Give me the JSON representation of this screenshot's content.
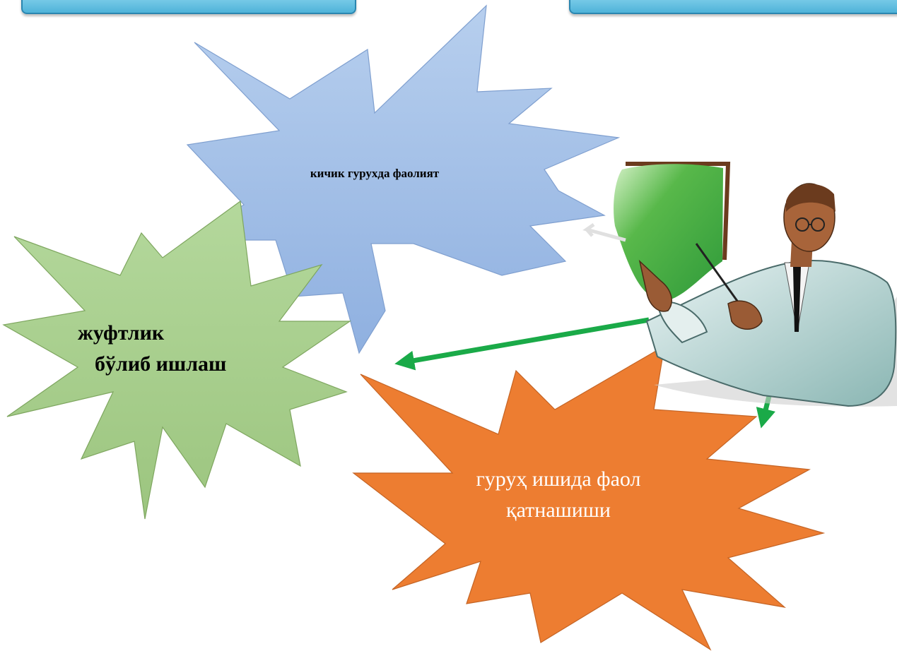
{
  "diagram": {
    "nodes": [
      {
        "id": "small-group",
        "text": "кичик гурухда фаолият",
        "color": "#a6c2e6"
      },
      {
        "id": "pairs",
        "lines": [
          "жуфтлик",
          "бўлиб ишлаш"
        ],
        "color": "#a8d08d"
      },
      {
        "id": "group-work",
        "lines": [
          "гуруҳ ишида фаол",
          "қатнашиши"
        ],
        "color": "#ed7d31"
      }
    ],
    "arrow_color": "#1aaa48",
    "figure": "teacher-pointing-at-board"
  }
}
